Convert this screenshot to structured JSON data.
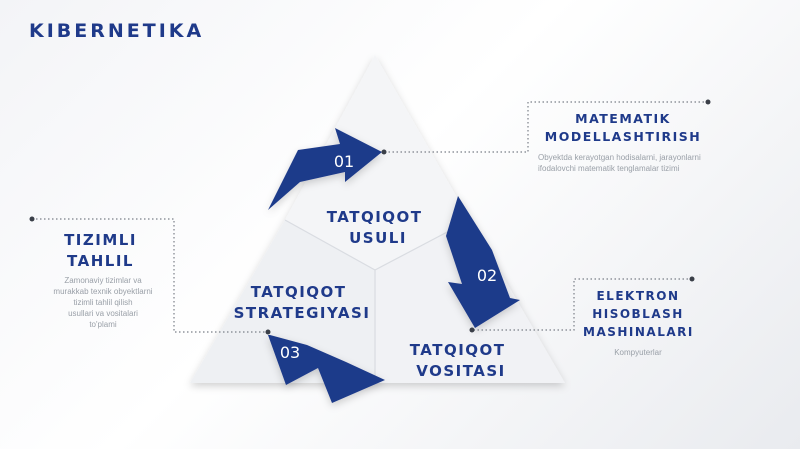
{
  "page": {
    "title": "KIBERNETIKA"
  },
  "diagram": {
    "segments": [
      {
        "label_lines": [
          "TATQIQOT",
          "USULI"
        ]
      },
      {
        "label_lines": [
          "TATQIQOT",
          "STRATEGIYASI"
        ]
      },
      {
        "label_lines": [
          "TATQIQOT",
          "VOSITASI"
        ]
      }
    ],
    "arrows": [
      {
        "number": "01"
      },
      {
        "number": "02"
      },
      {
        "number": "03"
      }
    ],
    "colors": {
      "accent": "#1f3a8a",
      "accent_dark": "#142a66",
      "triangle": "#f4f5f7",
      "divider": "#d9dce1"
    }
  },
  "callouts": {
    "matematik": {
      "title_lines": [
        "MATEMATIK",
        "MODELLASHTIRISH"
      ],
      "desc_lines": [
        "Obyektda kerayotgan hodisalarni, jarayonlarni",
        "ifodalovchi matematik tenglamalar tizimi"
      ]
    },
    "elektron": {
      "title_lines": [
        "ELEKTRON",
        "HISOBLASH",
        "MASHINALARI"
      ],
      "desc_lines": [
        "Kompyuterlar"
      ]
    },
    "tizimli": {
      "title_lines": [
        "TIZIMLI",
        "TAHLIL"
      ],
      "desc_lines": [
        "Zamonaviy tizimlar va",
        "murakkab texnik obyektlarni",
        "tizimli tahlil qilish",
        "usullari va vositalari",
        "to'plami"
      ]
    }
  }
}
